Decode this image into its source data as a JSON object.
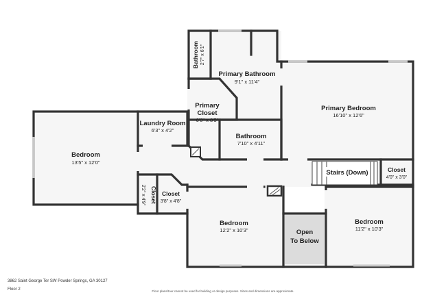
{
  "rooms": {
    "bath_small": {
      "name": "Bathroom",
      "dim": "2'7\" x 6'1\""
    },
    "primary_bath": {
      "name": "Primary Bathroom",
      "dim": "9'1\" x 11'4\""
    },
    "primary_bedroom": {
      "name": "Primary Bedroom",
      "dim": "16'10\" x 12'6\""
    },
    "primary_closet": {
      "name_line1": "Primary",
      "name_line2": "Closet",
      "dim": "6'0\" x 8'5\""
    },
    "laundry": {
      "name": "Laundry Room",
      "dim": "6'3\" x 4'2\""
    },
    "bedroom_west": {
      "name": "Bedroom",
      "dim": "13'5\" x 12'0\""
    },
    "bathroom_mid": {
      "name": "Bathroom",
      "dim": "7'10\" x 4'11\""
    },
    "stairs": {
      "name": "Stairs (Down)"
    },
    "closet_east": {
      "name": "Closet",
      "dim": "4'0\" x 3'0\""
    },
    "closet_vert": {
      "name": "Closet",
      "dim": "2'2\" x 4'9\""
    },
    "closet_center": {
      "name": "Closet",
      "dim": "3'8\" x 4'8\""
    },
    "bedroom_center": {
      "name": "Bedroom",
      "dim": "12'2\" x 10'3\""
    },
    "open_below": {
      "line1": "Open",
      "line2": "To Below"
    },
    "bedroom_east": {
      "name": "Bedroom",
      "dim": "11'2\" x 10'3\""
    }
  },
  "footer": {
    "address": "3862 Saint George Ter SW Powder Springs, GA 30127",
    "floor": "Floor 2",
    "disclaimer": "Floor plans/tour cannot be used for building or design purposes. Sizes and dimensions are approximate."
  },
  "colors": {
    "wall": "#333333",
    "floor_fill": "#f6f6f6",
    "open_fill": "#dcdcdc",
    "window": "#c8c8c8"
  }
}
